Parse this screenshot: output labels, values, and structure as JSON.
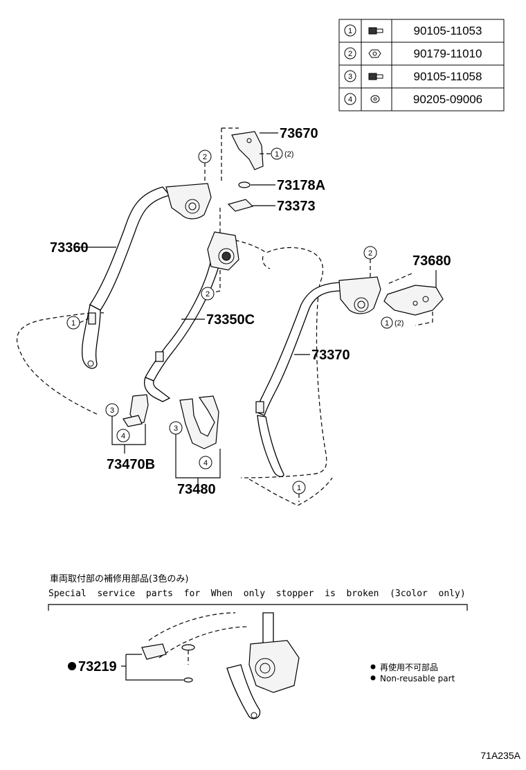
{
  "parts_table": [
    {
      "ref": "1",
      "icon": "bolt-icon",
      "part_no": "90105-11053"
    },
    {
      "ref": "2",
      "icon": "nut-icon",
      "part_no": "90179-11010"
    },
    {
      "ref": "3",
      "icon": "bolt-icon",
      "part_no": "90105-11058"
    },
    {
      "ref": "4",
      "icon": "washer-icon",
      "part_no": "90205-09006"
    }
  ],
  "callouts": {
    "c73670": "73670",
    "c73178A": "73178A",
    "c73373": "73373",
    "c73360": "73360",
    "c73350C": "73350C",
    "c73680": "73680",
    "c73370": "73370",
    "c73470B": "73470B",
    "c73480": "73480",
    "c73219": "73219"
  },
  "qty_labels": {
    "q1": "(2)",
    "q2": "(2)"
  },
  "refs": {
    "one": "1",
    "two": "2",
    "three": "3",
    "four": "4"
  },
  "note": {
    "japanese": "車両取付部の補修用部品(3色のみ)",
    "english": "Special  service  parts  for  When  only  stopper  is  broken  (3color  only)"
  },
  "legend": {
    "japanese": "再使用不可部品",
    "english": "Non-reusable part"
  },
  "diagram_code": "71A235A"
}
